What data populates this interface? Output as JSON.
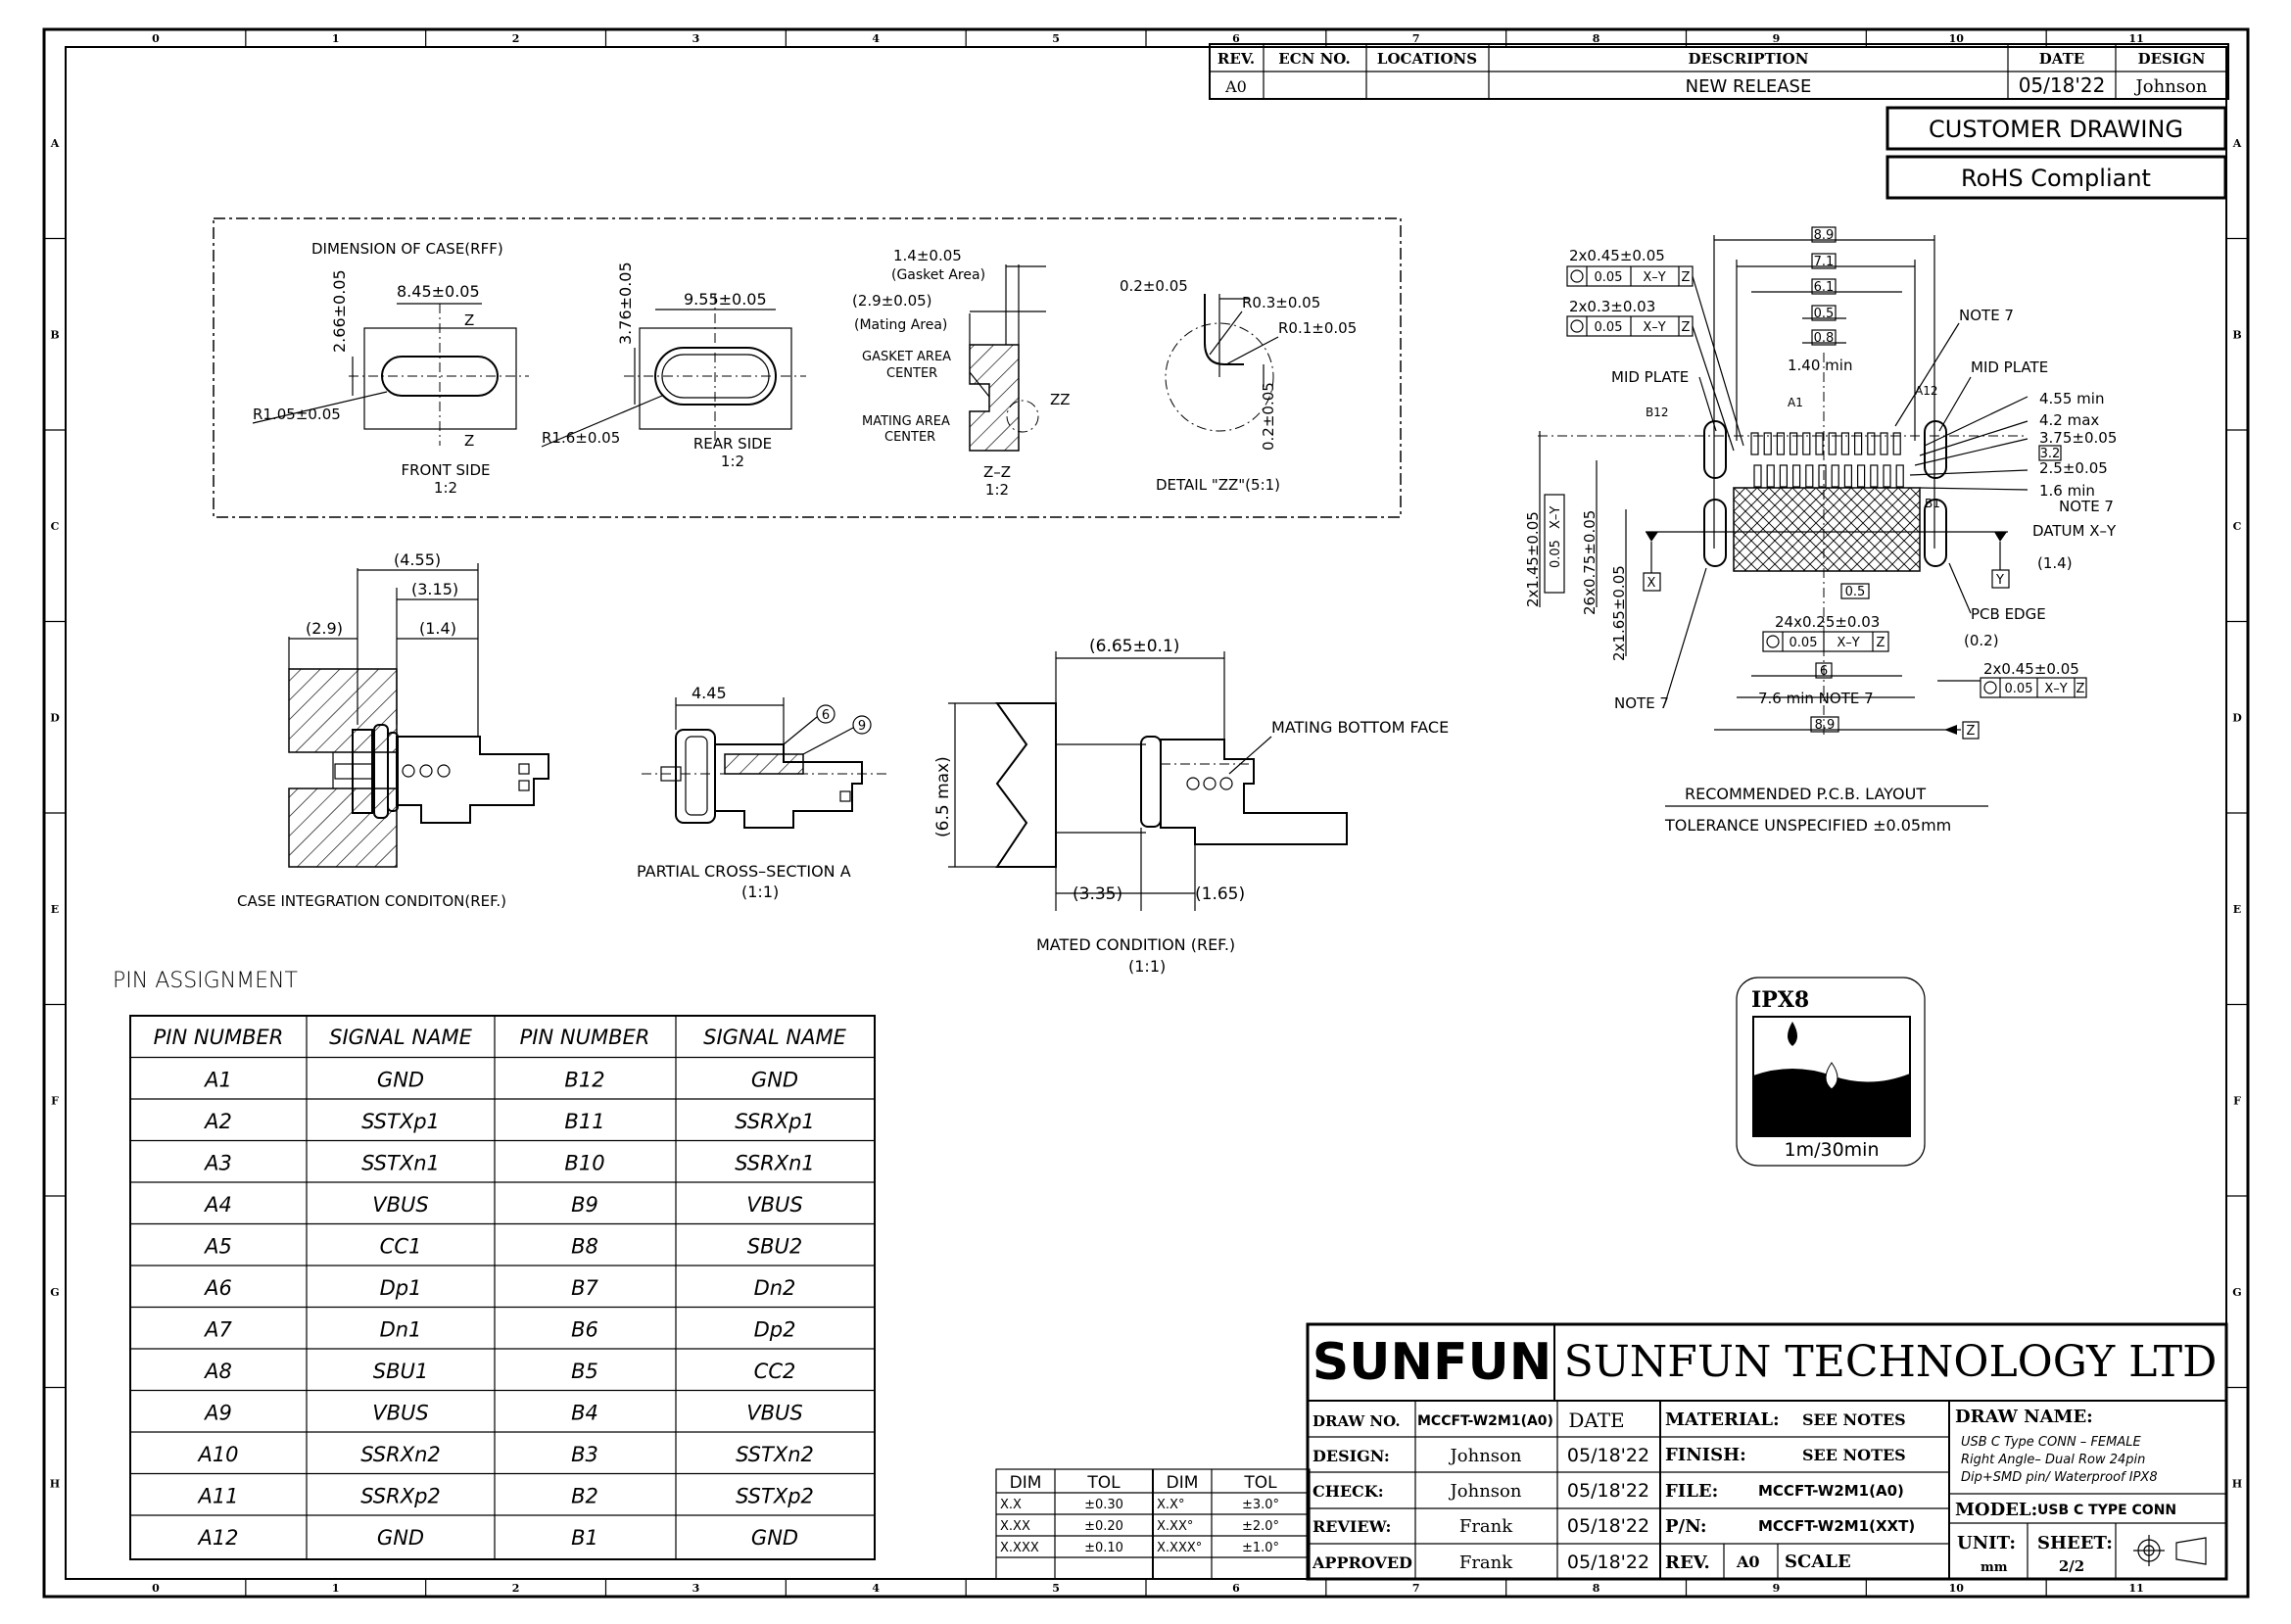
{
  "border": {
    "cols": [
      "0",
      "1",
      "2",
      "3",
      "4",
      "5",
      "6",
      "7",
      "8",
      "9",
      "10",
      "11"
    ],
    "rows": [
      "A",
      "B",
      "C",
      "D",
      "E",
      "F",
      "G",
      "H"
    ]
  },
  "revision_block": {
    "headers": [
      "REV.",
      "ECN NO.",
      "LOCATIONS",
      "DESCRIPTION",
      "DATE",
      "DESIGN"
    ],
    "row": {
      "rev": "A0",
      "ecn": "",
      "locations": "",
      "description": "NEW RELEASE",
      "date": "05/18'22",
      "design": "Johnson"
    }
  },
  "badges": [
    "CUSTOMER DRAWING",
    "RoHS Compliant"
  ],
  "case_views": {
    "title_case": "DIMENSION OF CASE(RFF)",
    "front": {
      "w": "8.45±0.05",
      "h": "2.66±0.05",
      "r": "R1.05±0.05",
      "label": "FRONT SIDE",
      "scale": "1:2",
      "z": "Z"
    },
    "rear": {
      "w": "9.55±0.05",
      "h": "3.76±0.05",
      "r": "R1.6±0.05",
      "label": "REAR SIDE",
      "scale": "1:2"
    },
    "zz": {
      "gasket": "1.4±0.05",
      "gasket_note": "(Gasket Area)",
      "mating": "(2.9±0.05)",
      "mating_note": "(Mating Area)",
      "gasket_center": "GASKET  AREA",
      "center1": "CENTER",
      "mating_center": "MATING  AREA",
      "center2": "CENTER",
      "zz": "ZZ",
      "label": "Z–Z",
      "scale": "1:2"
    },
    "detail": {
      "d1": "0.2±0.05",
      "r1": "R0.3±0.05",
      "r2": "R0.1±0.05",
      "d2": "0.2±0.05",
      "label": "DETAIL  \"ZZ\"(5:1)"
    }
  },
  "pcb_layout": {
    "dims_top": [
      "8.9",
      "7.1",
      "6.1",
      "0.5",
      "0.8"
    ],
    "callouts_left": [
      "2x0.45±0.05",
      "0.05",
      "X–Y",
      "Z",
      "2x0.3±0.03",
      "0.05",
      "X–Y",
      "Z"
    ],
    "labels": {
      "mid_plate_l": "MID  PLATE",
      "mid_plate_r": "MID  PLATE",
      "note7a": "NOTE  7",
      "min140": "1.40  min",
      "a1": "A1",
      "a12": "A12",
      "b12": "B12",
      "b1": "B1",
      "note7b": "NOTE  7",
      "datum": "DATUM  X–Y",
      "pcb_edge": "PCB  EDGE",
      "note7c": "NOTE  7",
      "x": "X",
      "y": "Y",
      "z": "Z"
    },
    "dims_right": [
      "4.55  min",
      "4.2  max",
      "3.75±0.05",
      "3.2",
      "2.5±0.05",
      "1.6  min",
      "(1.4)",
      "(0.2)"
    ],
    "dims_vert": [
      "2x1.45±0.05",
      "0.05",
      "X–Y",
      "26x0.75±0.05",
      "2x1.65±0.05"
    ],
    "dims_bottom": [
      "0.5",
      "24x0.25±0.03",
      "0.05",
      "X–Y",
      "Z",
      "6",
      "7.6  min  NOTE  7",
      "8.9",
      "2x0.45±0.05",
      "0.05",
      "X–Y",
      "Z"
    ],
    "title": "RECOMMENDED    P.C.B.  LAYOUT",
    "tolerance": "TOLERANCE  UNSPECIFIED  ±0.05mm"
  },
  "integration": {
    "d1": "(4.55)",
    "d2": "(3.15)",
    "d3": "(2.9)",
    "d4": "(1.4)",
    "label": "CASE  INTEGRATION  CONDITON(REF.)"
  },
  "cross_section": {
    "dim": "4.45",
    "c6": "6",
    "c9": "9",
    "label": "PARTIAL  CROSS–SECTION  A",
    "scale": "(1:1)"
  },
  "mated": {
    "top": "(6.65±0.1)",
    "side": "(6.5  max)",
    "b1": "(3.35)",
    "b2": "(1.65)",
    "face": "MATING  BOTTOM  FACE",
    "label": "MATED  CONDITION  (REF.)",
    "scale": "(1:1)"
  },
  "pin_assignment": {
    "title": "PIN  ASSIGNMENT",
    "headers": [
      "PIN  NUMBER",
      "SIGNAL  NAME",
      "PIN  NUMBER",
      "SIGNAL  NAME"
    ],
    "rows": [
      [
        "A1",
        "GND",
        "B12",
        "GND"
      ],
      [
        "A2",
        "SSTXp1",
        "B11",
        "SSRXp1"
      ],
      [
        "A3",
        "SSTXn1",
        "B10",
        "SSRXn1"
      ],
      [
        "A4",
        "VBUS",
        "B9",
        "VBUS"
      ],
      [
        "A5",
        "CC1",
        "B8",
        "SBU2"
      ],
      [
        "A6",
        "Dp1",
        "B7",
        "Dn2"
      ],
      [
        "A7",
        "Dn1",
        "B6",
        "Dp2"
      ],
      [
        "A8",
        "SBU1",
        "B5",
        "CC2"
      ],
      [
        "A9",
        "VBUS",
        "B4",
        "VBUS"
      ],
      [
        "A10",
        "SSRXn2",
        "B3",
        "SSTXn2"
      ],
      [
        "A11",
        "SSRXp2",
        "B2",
        "SSTXp2"
      ],
      [
        "A12",
        "GND",
        "B1",
        "GND"
      ]
    ]
  },
  "ipx": {
    "title": "IPX8",
    "caption": "1m/30min"
  },
  "tolerance_table": {
    "headers": [
      "DIM",
      "TOL",
      "DIM",
      "TOL"
    ],
    "rows": [
      [
        "X.X",
        "±0.30",
        "X.X°",
        "±3.0°"
      ],
      [
        "X.XX",
        "±0.20",
        "X.XX°",
        "±2.0°"
      ],
      [
        "X.XXX",
        "±0.10",
        "X.XXX°",
        "±1.0°"
      ]
    ]
  },
  "title_block": {
    "logo": "SUNFUN",
    "company": "SUNFUN  TECHNOLOGY  LTD",
    "draw_no_label": "DRAW NO.",
    "draw_no": "MCCFT-W2M1(A0)",
    "date_label": "DATE",
    "rows": [
      {
        "label": "DESIGN:",
        "name": "Johnson",
        "date": "05/18'22"
      },
      {
        "label": "CHECK:",
        "name": "Johnson",
        "date": "05/18'22"
      },
      {
        "label": "REVIEW:",
        "name": "Frank",
        "date": "05/18'22"
      },
      {
        "label": "APPROVED",
        "name": "Frank",
        "date": "05/18'22"
      }
    ],
    "material_label": "MATERIAL:",
    "material": "SEE NOTES",
    "finish_label": "FINISH:",
    "finish": "SEE NOTES",
    "file_label": "FILE:",
    "file": "MCCFT-W2M1(A0)",
    "pn_label": "P/N:",
    "pn": "MCCFT-W2M1(XXT)",
    "rev_label": "REV.",
    "rev": "A0",
    "scale_label": "SCALE",
    "draw_name_label": "DRAW NAME:",
    "draw_name": [
      "USB  C  Type  CONN  –  FEMALE",
      "Right Angle– Dual Row 24pin",
      "Dip+SMD pin/ Waterproof IPX8"
    ],
    "model_label": "MODEL:",
    "model": "USB C TYPE CONN",
    "unit_label": "UNIT:",
    "unit": "mm",
    "sheet_label": "SHEET:",
    "sheet": "2/2"
  }
}
